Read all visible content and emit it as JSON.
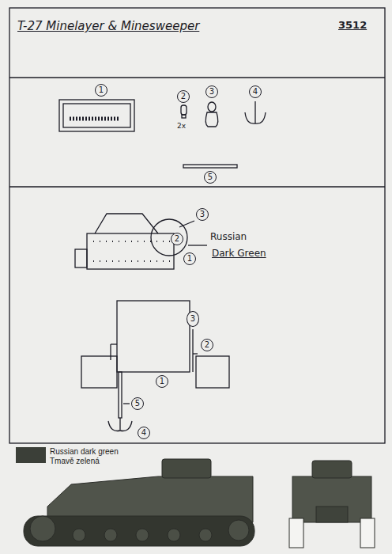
{
  "diagram": {
    "title": "T-27 Minelayer & Minesweeper",
    "nodes": [
      {
        "text": [
          "1"
        ]
      },
      {
        "text": [
          "2"
        ]
      },
      {
        "text": [
          "3"
        ]
      },
      {
        "text": [
          "4"
        ]
      },
      {
        "text": [
          "5"
        ]
      },
      {
        "text": [
          "3"
        ]
      },
      {
        "text": [
          "2"
        ]
      },
      {
        "text": [
          "1"
        ]
      },
      {
        "text": [
          "3"
        ]
      },
      {
        "text": [
          "2"
        ]
      },
      {
        "text": [
          "1"
        ]
      },
      {
        "text": [
          "5"
        ]
      },
      {
        "text": [
          "4"
        ]
      }
    ],
    "labels": [
      "3512",
      "2x",
      "Russian",
      "Dark Green"
    ],
    "legend": [
      {
        "text": "Russian dark green Tmavě zelená",
        "color": "#3b3f38"
      }
    ]
  }
}
